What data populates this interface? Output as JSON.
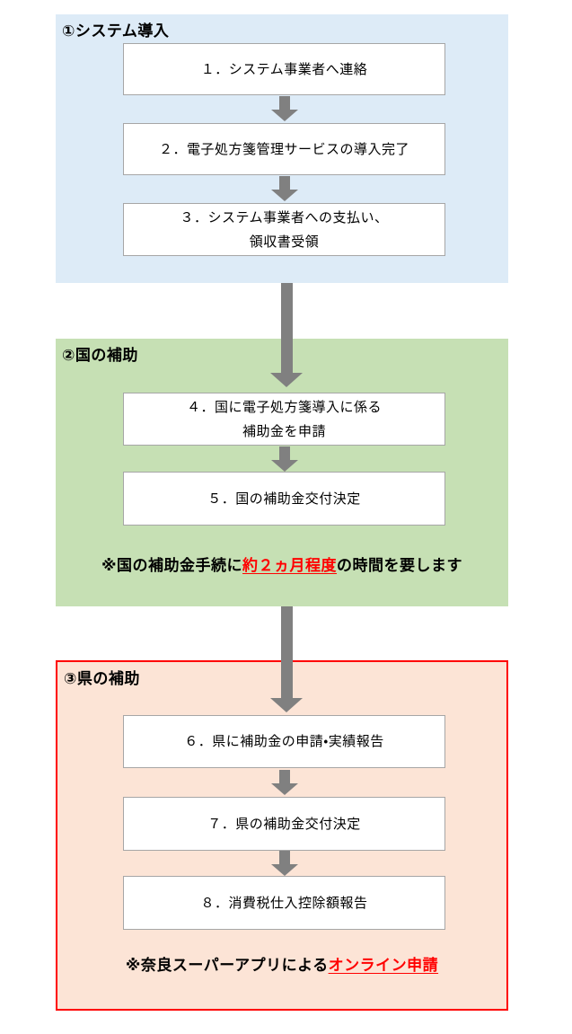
{
  "colors": {
    "section1_bg": "#ddebf7",
    "section2_bg": "#c6e0b4",
    "section3_bg": "#fce4d6",
    "section3_border": "#ff0000",
    "box_bg": "#ffffff",
    "box_border": "#a6a6a6",
    "arrow": "#808080",
    "text": "#000000",
    "highlight": "#ff0000"
  },
  "sections": [
    {
      "title": "①システム導入",
      "boxes": [
        {
          "line1": "１．システム事業者へ連絡"
        },
        {
          "line1": "２．電子処方箋管理サービスの導入完了"
        },
        {
          "line1": "３．システム事業者への支払い、",
          "line2": "領収書受領"
        }
      ]
    },
    {
      "title": "②国の補助",
      "boxes": [
        {
          "line1": "４．国に電子処方箋導入に係る",
          "line2": "補助金を申請"
        },
        {
          "line1": "５．国の補助金交付決定"
        }
      ],
      "note": {
        "prefix": "※国の補助金手続に",
        "highlight": "約２ヵ月程度",
        "suffix": "の時間を要します"
      }
    },
    {
      "title": "③県の補助",
      "boxes": [
        {
          "line1": "６．県に補助金の申請・実績報告"
        },
        {
          "line1": "７．県の補助金交付決定"
        },
        {
          "line1": "８．消費税仕入控除額報告"
        }
      ],
      "note": {
        "prefix": "※奈良スーパーアプリによる",
        "highlight": "オンライン申請",
        "suffix": ""
      }
    }
  ]
}
